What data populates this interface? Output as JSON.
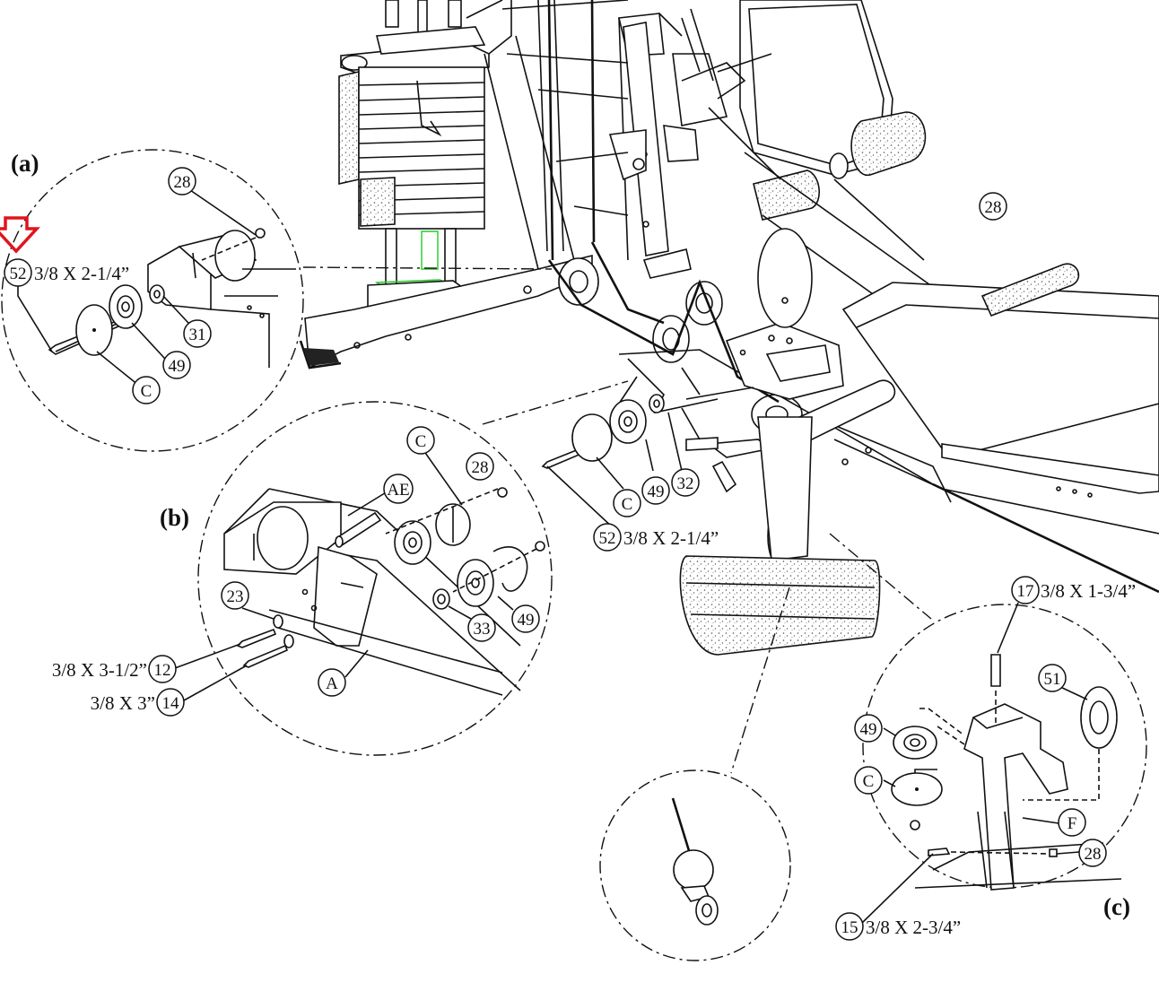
{
  "sections": {
    "a": "(a)",
    "b": "(b)",
    "c": "(c)"
  },
  "callouts": {
    "c28_top": "28",
    "c52_a": "52",
    "c31": "31",
    "c49_a": "49",
    "cC_a": "C",
    "c28_right": "28",
    "cC_b": "C",
    "cAE": "AE",
    "c28_b": "28",
    "c23": "23",
    "c12": "12",
    "c14": "14",
    "cA": "A",
    "c33": "33",
    "c49_b": "49",
    "cC_mid": "C",
    "c49_mid": "49",
    "c32": "32",
    "c52_mid": "52",
    "c17": "17",
    "c51": "51",
    "c49_c": "49",
    "cC_c": "C",
    "cF": "F",
    "c28_c": "28",
    "c15": "15"
  },
  "bolt_specs": {
    "a_52": "3/8 X 2-1/4”",
    "mid_52": "3/8 X 2-1/4”",
    "b_12": "3/8 X 3-1/2”",
    "b_14": "3/8 X 3”",
    "c_17": "3/8 X 1-3/4”",
    "c_15": "3/8 X 2-3/4”"
  },
  "colors": {
    "line": "#111111",
    "highlight_arrow": "#e0141e",
    "green_guide": "#22cc22"
  }
}
